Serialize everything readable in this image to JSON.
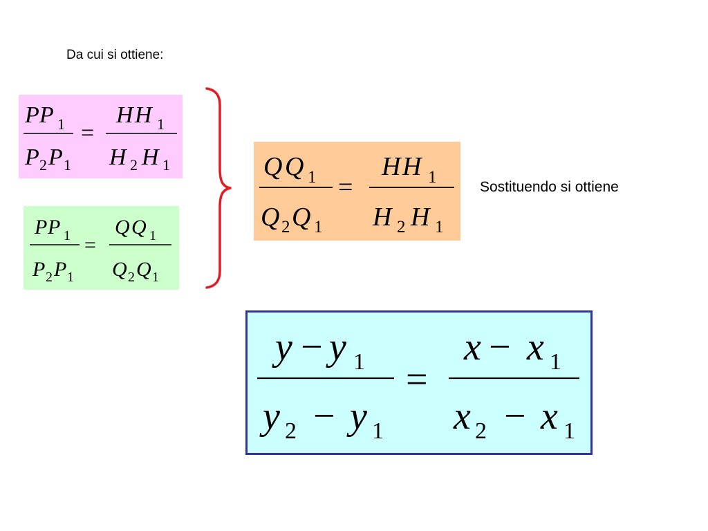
{
  "intro_text": "Da cui si ottiene:",
  "substitution_text": "Sostituendo si ottiene",
  "colors": {
    "pink_box": "#ffccff",
    "green_box": "#ccffcc",
    "orange_box": "#ffcc99",
    "cyan_box": "#ccffff",
    "cyan_border": "#333399",
    "brace": "#e31b23"
  },
  "equations": {
    "pp_hh": {
      "left_num": [
        "P",
        "P",
        "1"
      ],
      "left_den": [
        "P",
        "2",
        "P",
        "1"
      ],
      "equals": "=",
      "right_num": [
        "H",
        "H",
        "1"
      ],
      "right_den": [
        "H",
        "2",
        "H",
        "1"
      ]
    },
    "pp_qq": {
      "left_num": [
        "P",
        "P",
        "1"
      ],
      "left_den": [
        "P",
        "2",
        "P",
        "1"
      ],
      "equals": "=",
      "right_num": [
        "Q",
        "Q",
        "1"
      ],
      "right_den": [
        "Q",
        "2",
        "Q",
        "1"
      ]
    },
    "qq_hh": {
      "left_num": [
        "Q",
        "Q",
        "1"
      ],
      "left_den": [
        "Q",
        "2",
        "Q",
        "1"
      ],
      "equals": "=",
      "right_num": [
        "H",
        "H",
        "1"
      ],
      "right_den": [
        "H",
        "2",
        "H",
        "1"
      ]
    },
    "line_eq": {
      "left_num": [
        "y",
        "−",
        "y",
        "1"
      ],
      "left_den": [
        "y",
        "2",
        "−",
        "y",
        "1"
      ],
      "equals": "=",
      "right_num": [
        "x",
        "−",
        "x",
        "1"
      ],
      "right_den": [
        "x",
        "2",
        "−",
        "x",
        "1"
      ]
    }
  }
}
